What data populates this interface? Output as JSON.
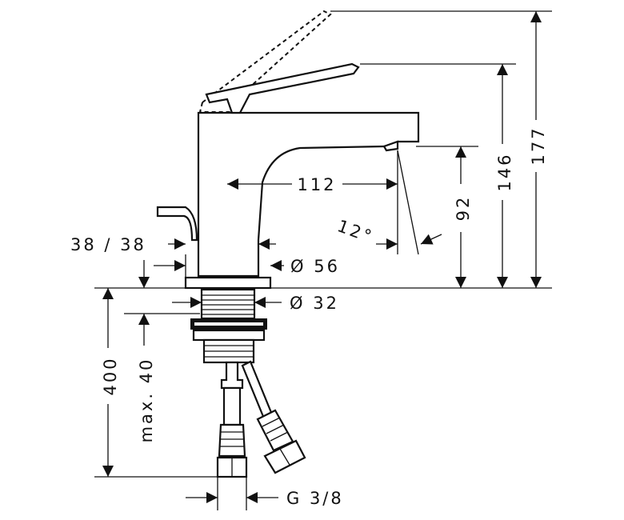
{
  "dimensions": {
    "total_height": "177",
    "lever_height": "146",
    "spout_height": "92",
    "spout_reach": "112",
    "spout_angle": "12°",
    "base_offsets": "38 / 38",
    "base_diameter": "Ø 56",
    "shank_diameter": "Ø 32",
    "max_thickness": "max. 40",
    "hose_length": "400",
    "connection_thread": "G 3/8"
  }
}
